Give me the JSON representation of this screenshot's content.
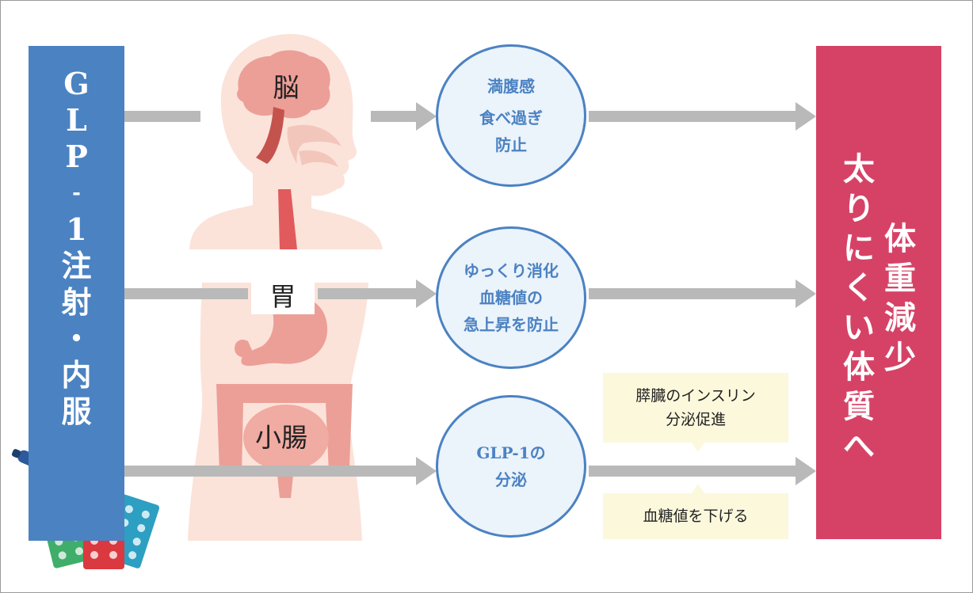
{
  "left_panel": {
    "chars": [
      "G",
      "L",
      "P",
      "-",
      "1",
      "注",
      "射",
      "・",
      "内",
      "服"
    ]
  },
  "organs": {
    "brain": "脳",
    "stomach": "胃",
    "intestine": "小腸"
  },
  "effects": {
    "brain": [
      "満腹感",
      "食べ過ぎ",
      "防止"
    ],
    "stomach": [
      "ゆっくり消化",
      "血糖値の",
      "急上昇を防止"
    ],
    "intestine": [
      "GLP-1の",
      "分泌"
    ]
  },
  "notes": {
    "pancreas": [
      "膵臓のインスリン",
      "分泌促進"
    ],
    "glucose": "血糖値を下げる"
  },
  "result": {
    "col_a": [
      "体",
      "重",
      "減",
      "少"
    ],
    "col_b": [
      "太",
      "り",
      "に",
      "く",
      "い",
      "体",
      "質",
      "へ"
    ]
  },
  "colors": {
    "left_bar": "#4b82c2",
    "right_bar": "#d64266",
    "arrow": "#b9b9b9",
    "circle_fill": "#ebf3fb",
    "note_fill": "#fcf8dc",
    "body": "#fbe3da",
    "organ": "#ec9f97",
    "brain_stem": "#c4534e"
  }
}
